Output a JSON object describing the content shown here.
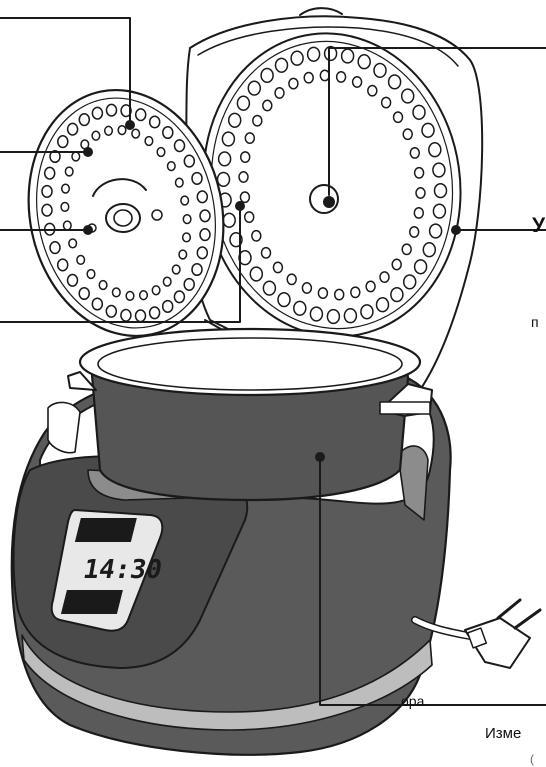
{
  "labels": {
    "callout_right_bold": "У",
    "callout_right_small": "п",
    "footnote_left": "ора.",
    "caption_bottom": "Изме",
    "caption_bottom_small": "("
  },
  "display": {
    "time": "14:30"
  },
  "colors": {
    "outline": "#1a1a1a",
    "body_dark": "#5a5a5a",
    "body_mid": "#8c8c8c",
    "body_light": "#bdbdbd",
    "bowl_dark": "#555555",
    "panel_dark": "#4a4a4a"
  },
  "icons": {
    "plug": "power-plug-icon"
  }
}
